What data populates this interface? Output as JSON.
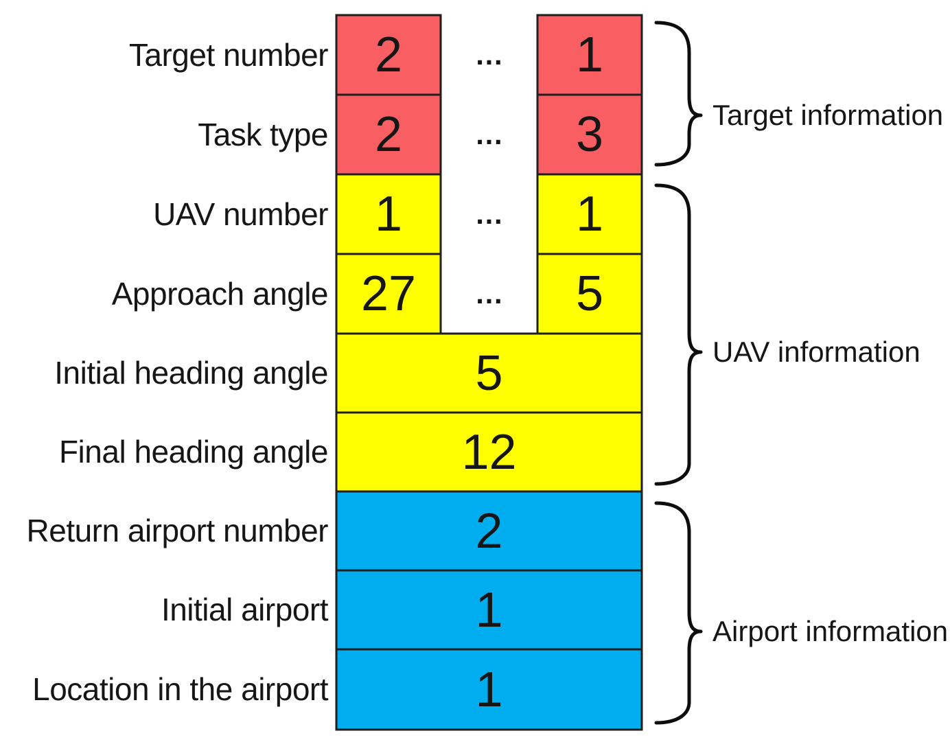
{
  "figure": {
    "colors": {
      "target_fill": "#F95F62",
      "uav_fill": "#FFFF00",
      "airport_fill": "#00AEEF",
      "border": "#1f1f1f",
      "text": "#161616",
      "brace": "#0d0d0d"
    },
    "rows": [
      {
        "label": "Target number",
        "left": "2",
        "dots": "…",
        "right": "1"
      },
      {
        "label": "Task type",
        "left": "2",
        "dots": "…",
        "right": "3"
      },
      {
        "label": "UAV number",
        "left": "1",
        "dots": "…",
        "right": "1"
      },
      {
        "label": "Approach angle",
        "left": "27",
        "dots": "…",
        "right": "5"
      },
      {
        "label": "Initial heading angle",
        "value": "5"
      },
      {
        "label": "Final heading angle",
        "value": "12"
      },
      {
        "label": "Return airport number",
        "value": "2"
      },
      {
        "label": "Initial airport",
        "value": "1"
      },
      {
        "label": "Location in the airport",
        "value": "1"
      }
    ],
    "groups": [
      {
        "label": "Target information"
      },
      {
        "label": "UAV information"
      },
      {
        "label": "Airport information"
      }
    ]
  }
}
